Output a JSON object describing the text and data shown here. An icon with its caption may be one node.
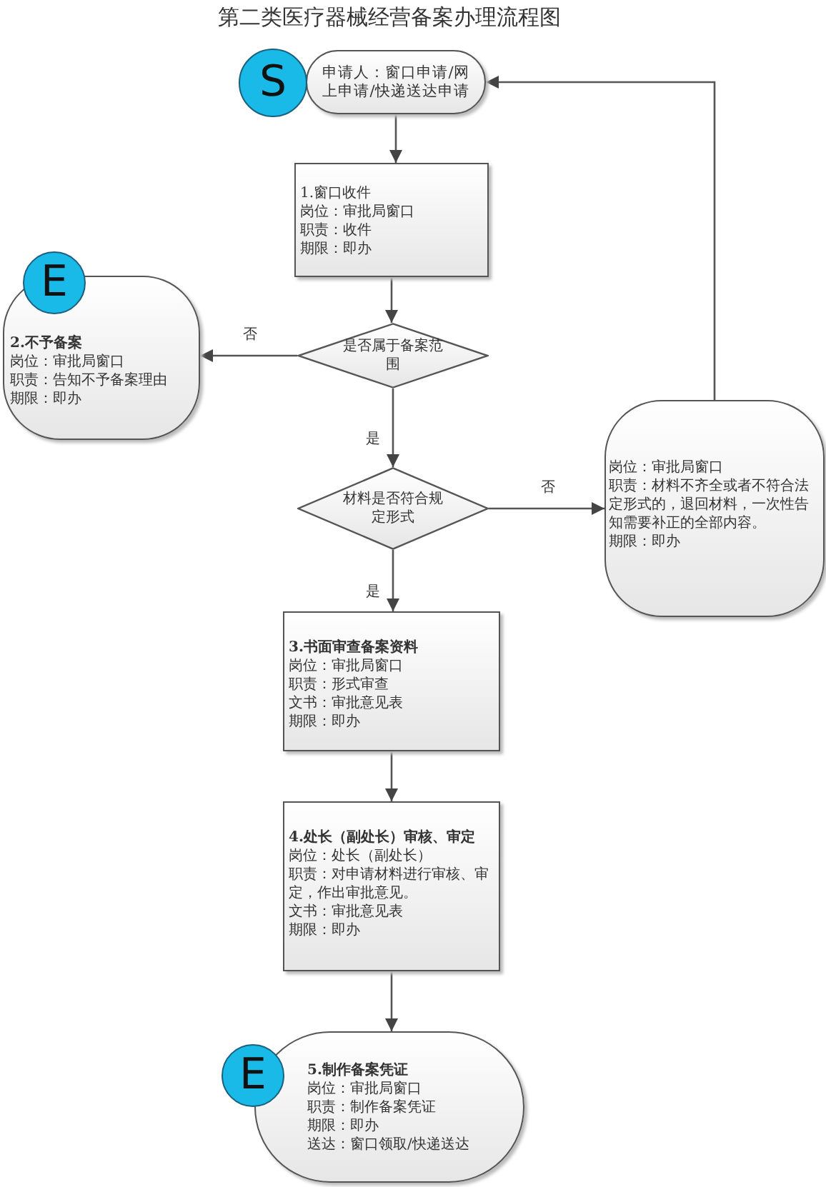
{
  "diagram": {
    "title": "第二类医疗器械经营备案办理流程图",
    "nodes": [
      {
        "text": [
          "S"
        ]
      },
      {
        "text": [
          "申请人：窗口申请/网上申请/快递送达申请"
        ]
      },
      {
        "text": [
          "1.窗口收件",
          "岗位：审批局窗口",
          "职责：收件",
          "期限：即办"
        ]
      },
      {
        "text": [
          "E"
        ]
      },
      {
        "text": [
          "2.不予备案",
          "岗位：审批局窗口",
          "职责：告知不予备案理由",
          "期限：即办"
        ]
      },
      {
        "text": [
          "是否属于备案范围"
        ]
      },
      {
        "text": [
          "材料是否符合规定形式"
        ]
      },
      {
        "text": [
          "岗位：审批局窗口",
          "职责：材料不齐全或者不符合法定形式的，退回材料，一次性告知需要补正的全部内容。",
          "期限：即办"
        ]
      },
      {
        "text": [
          "3.书面审查备案资料",
          "岗位：审批局窗口",
          "职责：形式审查",
          "文书：审批意见表",
          "期限：即办"
        ]
      },
      {
        "text": [
          "4.处长（副处长）审核、审定",
          "岗位：处长（副处长）",
          "职责：对申请材料进行审核、审定，作出审批意见。",
          "文书：审批意见表",
          "期限：即办"
        ]
      },
      {
        "text": [
          "E"
        ]
      },
      {
        "text": [
          "5.制作备案凭证",
          "岗位：审批局窗口",
          "职责：制作备案凭证",
          "期限：即办",
          "送达：窗口领取/快递送达"
        ]
      }
    ],
    "edges": [
      {
        "from": 1,
        "to": 2,
        "arrow": "to"
      },
      {
        "from": 2,
        "to": 5,
        "arrow": "to"
      },
      {
        "from": 5,
        "to": 4,
        "arrow": "to",
        "label": "否"
      },
      {
        "from": 5,
        "to": 6,
        "arrow": "to",
        "label": "是"
      },
      {
        "from": 6,
        "to": 7,
        "arrow": "to",
        "label": "否"
      },
      {
        "from": 6,
        "to": 8,
        "arrow": "to",
        "label": "是"
      },
      {
        "from": 7,
        "to": 1,
        "arrow": "to"
      },
      {
        "from": 8,
        "to": 9,
        "arrow": "to"
      },
      {
        "from": 9,
        "to": 11,
        "arrow": "to"
      }
    ]
  }
}
